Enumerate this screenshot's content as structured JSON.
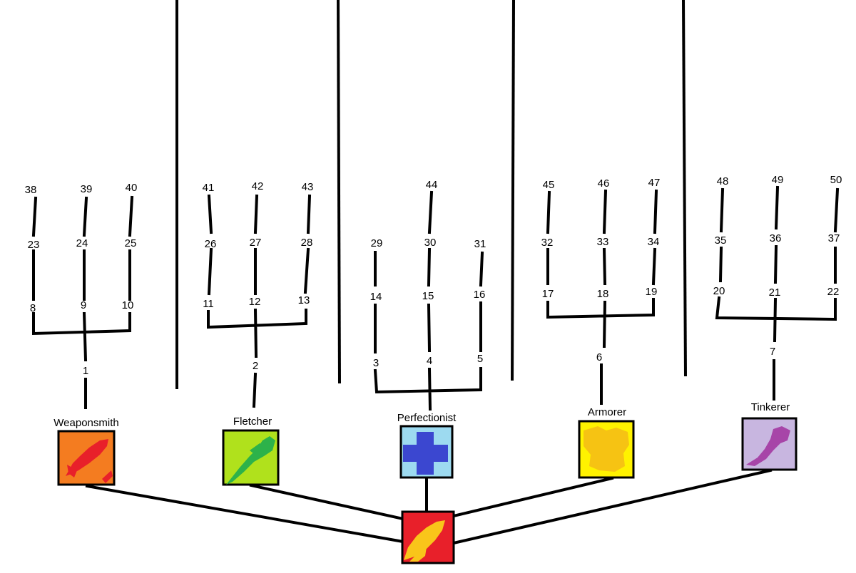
{
  "branches": [
    {
      "name": "Weaponsmith",
      "color": "#F47C20",
      "icon": "blade-icon",
      "tiers": [
        [
          "1"
        ],
        [
          "8",
          "9",
          "10"
        ],
        [
          "23",
          "24",
          "25"
        ],
        [
          "38",
          "39",
          "40"
        ]
      ]
    },
    {
      "name": "Fletcher",
      "color": "#B0E11C",
      "icon": "feather-arrow-icon",
      "tiers": [
        [
          "2"
        ],
        [
          "11",
          "12",
          "13"
        ],
        [
          "26",
          "27",
          "28"
        ],
        [
          "41",
          "42",
          "43"
        ]
      ]
    },
    {
      "name": "Perfectionist",
      "color": "#9DDAF0",
      "icon": "cross-icon",
      "tiers": [
        [
          "3",
          "4",
          "5"
        ],
        [
          "14",
          "15",
          "16"
        ],
        [
          "29",
          "30",
          "31"
        ],
        [
          "44"
        ]
      ]
    },
    {
      "name": "Armorer",
      "color": "#FFF200",
      "icon": "chestplate-icon",
      "tiers": [
        [
          "6"
        ],
        [
          "17",
          "18",
          "19"
        ],
        [
          "32",
          "33",
          "34"
        ],
        [
          "45",
          "46",
          "47"
        ]
      ]
    },
    {
      "name": "Tinkerer",
      "color": "#C8B6E0",
      "icon": "wrench-icon",
      "tiers": [
        [
          "7"
        ],
        [
          "20",
          "21",
          "22"
        ],
        [
          "35",
          "36",
          "37"
        ],
        [
          "48",
          "49",
          "50"
        ]
      ]
    }
  ],
  "root": {
    "color": "#E8202A",
    "icon": "flame-icon"
  },
  "colors": {
    "weaponsmith_icon": "#E8202A",
    "fletcher_icon": "#2DB24A",
    "perfectionist_icon": "#3B47D0",
    "armorer_icon": "#F6C313",
    "tinkerer_icon": "#A745A8",
    "root_icon": "#F9C51A"
  }
}
